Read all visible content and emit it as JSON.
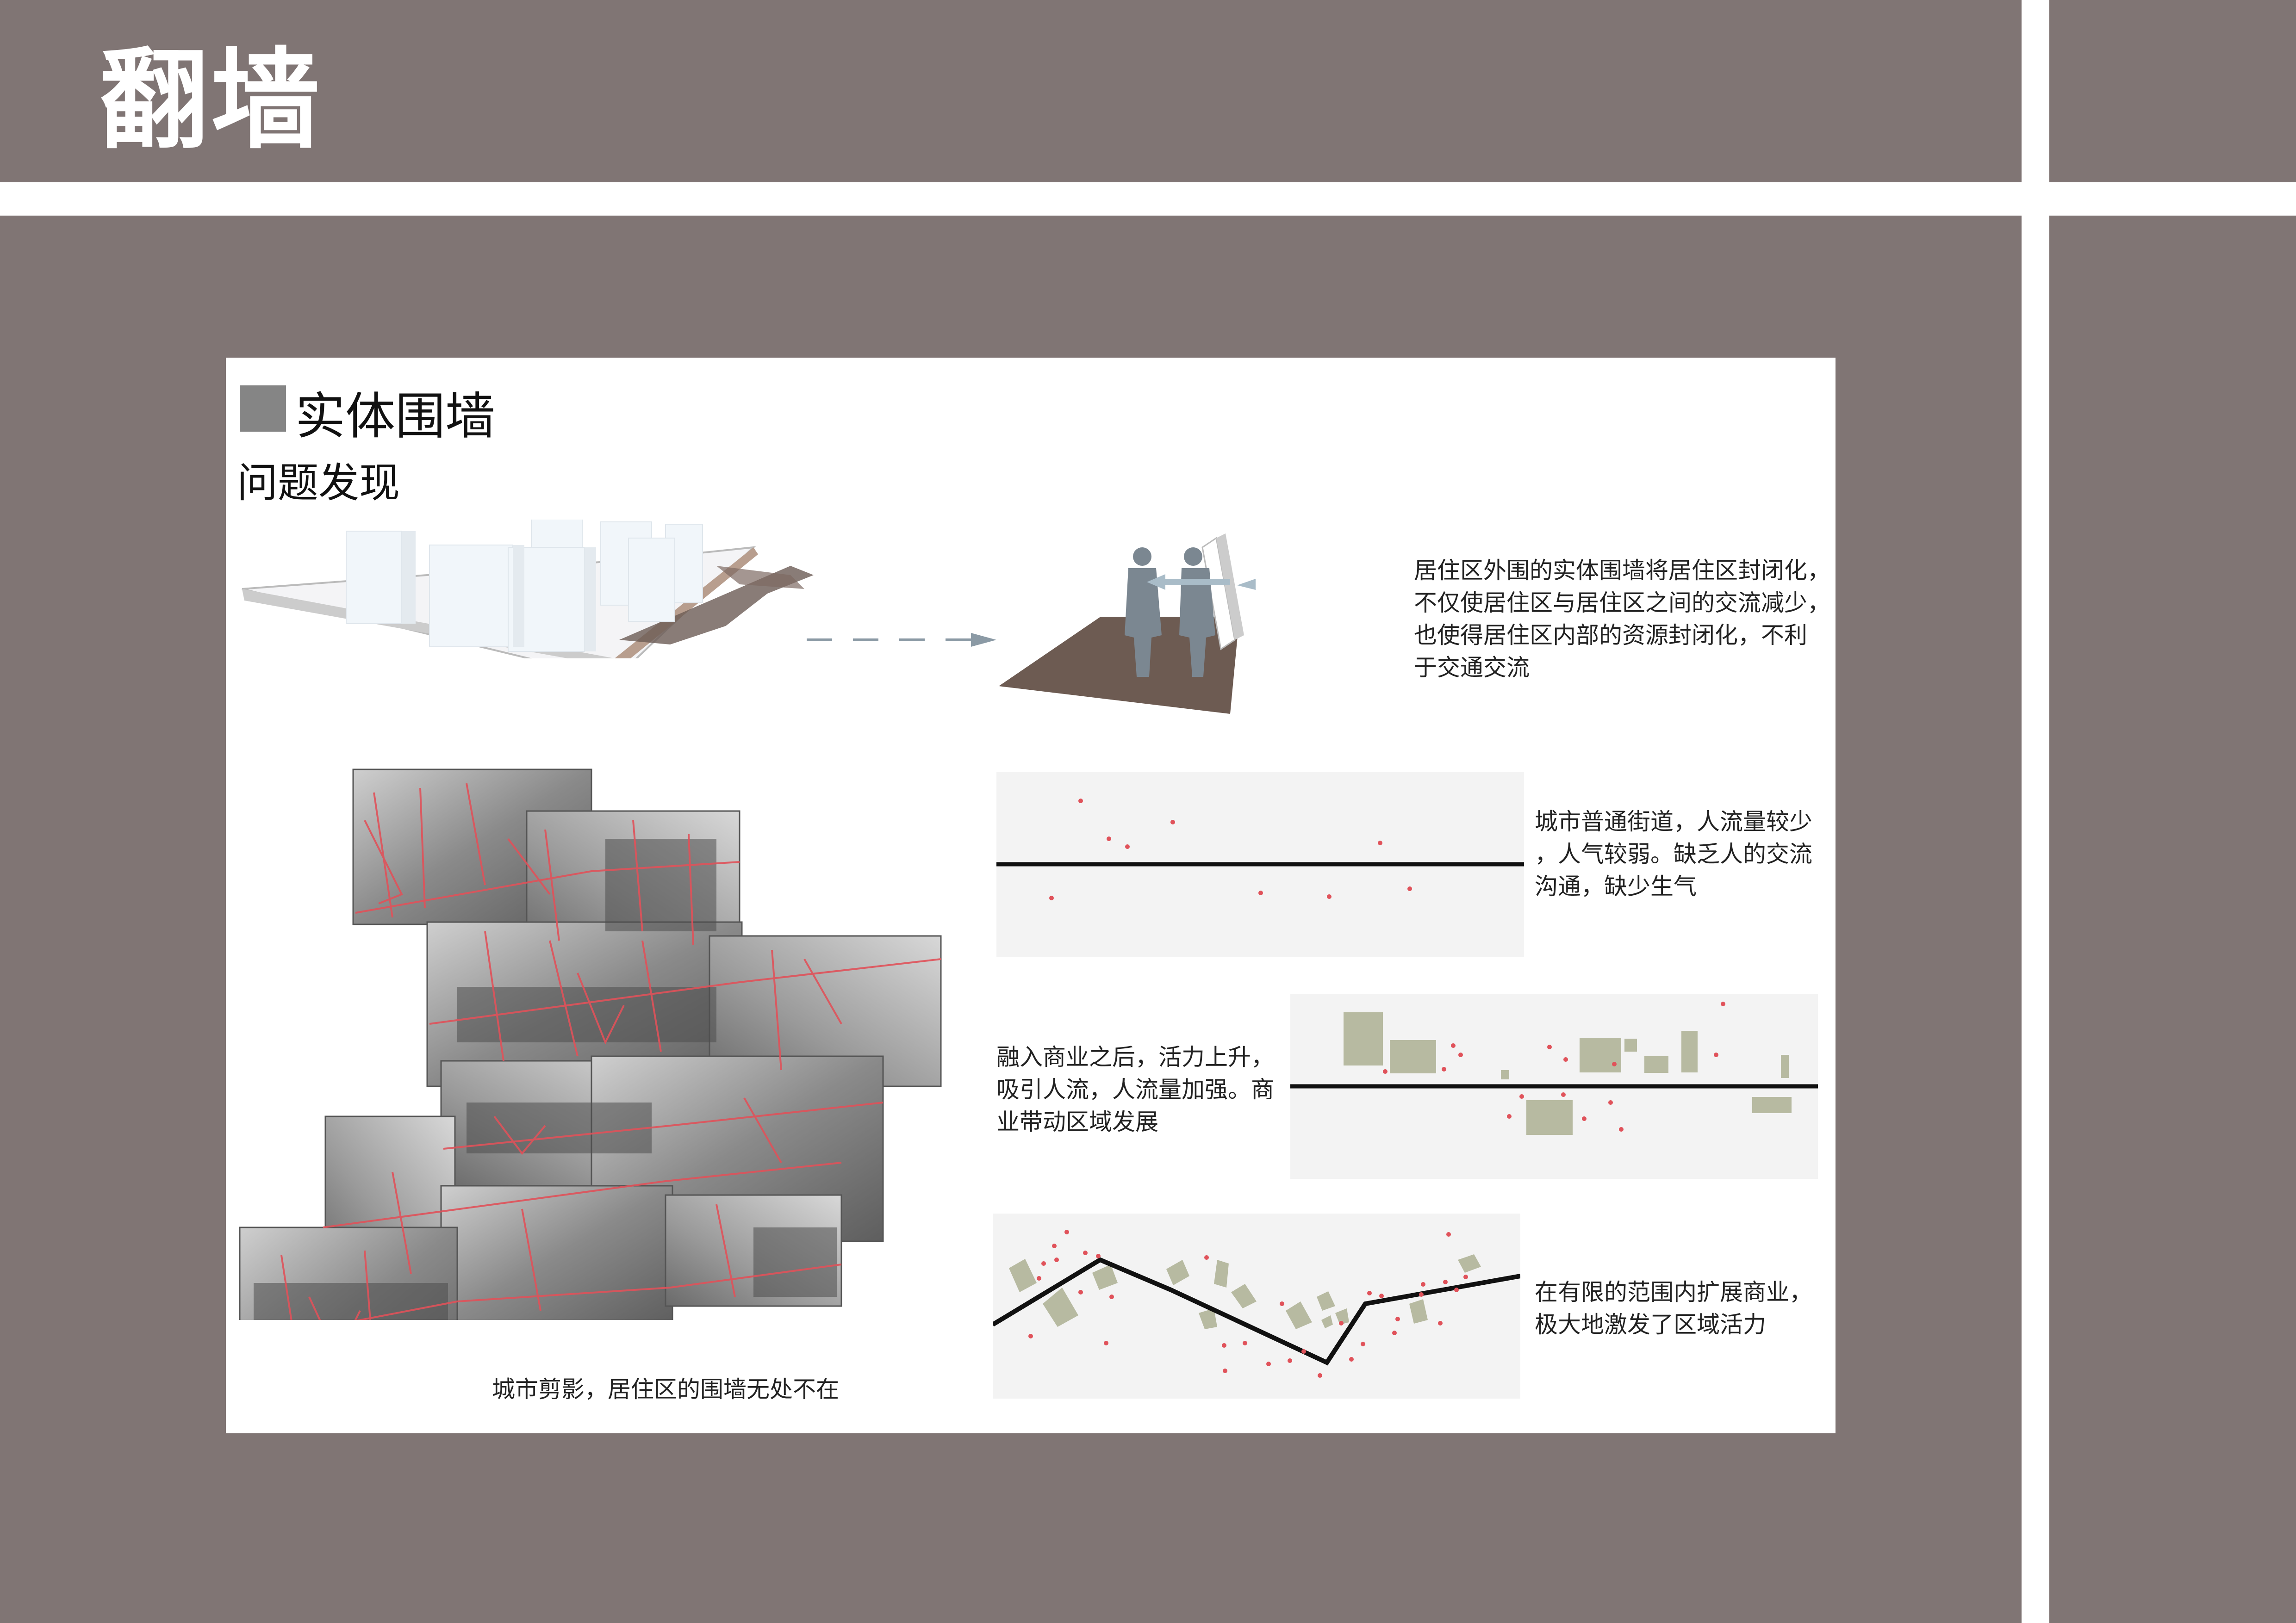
{
  "page": {
    "title": "翻墙"
  },
  "section": {
    "heading": "实体围墙",
    "subheading": "问题发现"
  },
  "wall_description": {
    "lines": [
      "居住区外围的实体围墙将居住区封闭化，",
      "不仅使居住区与居住区之间的交流减少，",
      "也使得居住区内部的资源封闭化，不利",
      "于交通交流"
    ]
  },
  "street_description": {
    "lines": [
      "城市普通街道，人流量较少",
      "，人气较弱。缺乏人的交流",
      "沟通，缺少生气"
    ]
  },
  "commerce_description": {
    "lines": [
      "融入商业之后，活力上升，",
      "吸引人流，人流量加强。商",
      "业带动区域发展"
    ]
  },
  "expansion_description": {
    "lines": [
      "在有限的范围内扩展商业，",
      "极大地激发了区域活力"
    ]
  },
  "photo_collage": {
    "caption": "城市剪影，居住区的围墙无处不在"
  },
  "colors": {
    "background": "#807574",
    "accent_red": "#e0525a",
    "block_green": "#b7baa1",
    "street_line": "#111111"
  }
}
